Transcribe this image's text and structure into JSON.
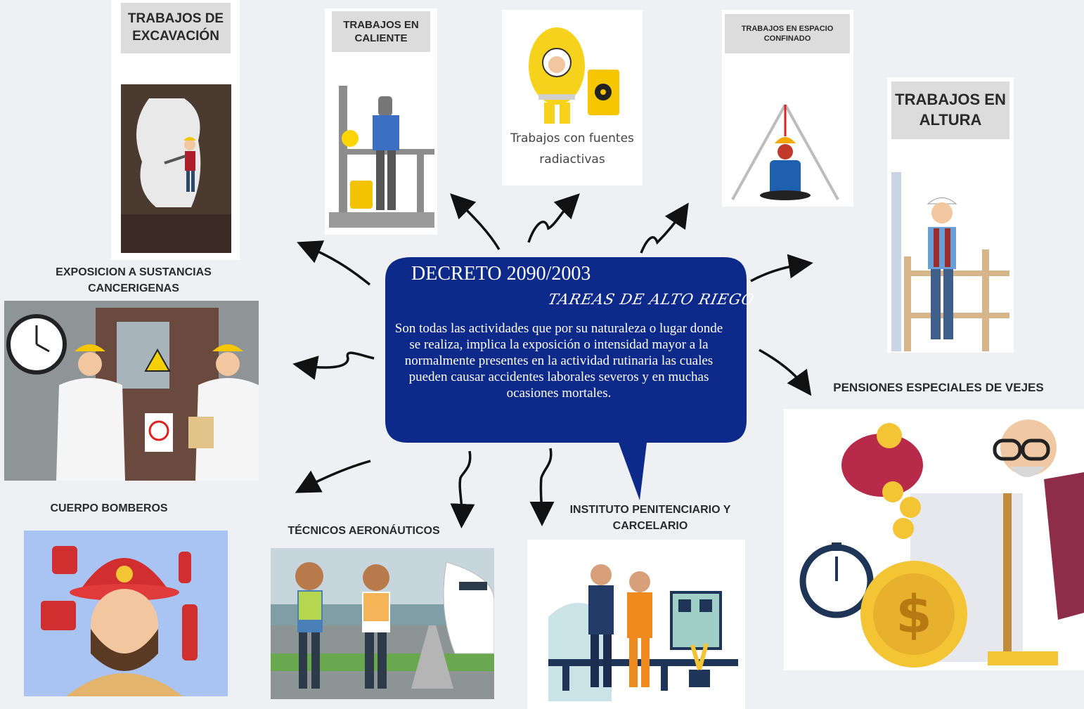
{
  "center": {
    "title": "DECRETO 2090/2003",
    "subtitle": "TAREAS DE ALTO RIEGO",
    "body": "Son todas las actividades que por su naturaleza o lugar donde se realiza, implica la exposición o intensidad mayor a la normalmente presentes en la actividad rutinaria las cuales pueden causar accidentes laborales severos y en muchas ocasiones mortales.",
    "color": "#0d2a8a"
  },
  "cards": {
    "excavacion": {
      "title": "TRABAJOS DE\nEXCAVACIÓN"
    },
    "caliente": {
      "title": "TRABAJOS EN\nCALIENTE"
    },
    "radiactivas": {
      "caption": "Trabajos con fuentes\nradiactivas"
    },
    "confinado": {
      "title": "TRABAJOS EN ESPACIO\nCONFINADO"
    },
    "altura": {
      "title": "TRABAJOS EN\nALTURA"
    },
    "cancerigenas": {
      "title": "EXPOSICION A SUSTANCIAS\nCANCERIGENAS"
    },
    "pensiones": {
      "title": "PENSIONES ESPECIALES DE VEJES"
    },
    "bomberos": {
      "title": "CUERPO BOMBEROS"
    },
    "aeronauticos": {
      "title": "TÉCNICOS  AERONÁUTICOS"
    },
    "inpec": {
      "title": "INSTITUTO PENITENCIARIO Y\nCARCELARIO"
    }
  },
  "icons": {
    "arrow": "curved-arrow-icon",
    "dollar": "$"
  },
  "colors": {
    "background": "#eef0f3",
    "header_gray": "#dcdcdc",
    "bubble": "#0d2a8a"
  }
}
